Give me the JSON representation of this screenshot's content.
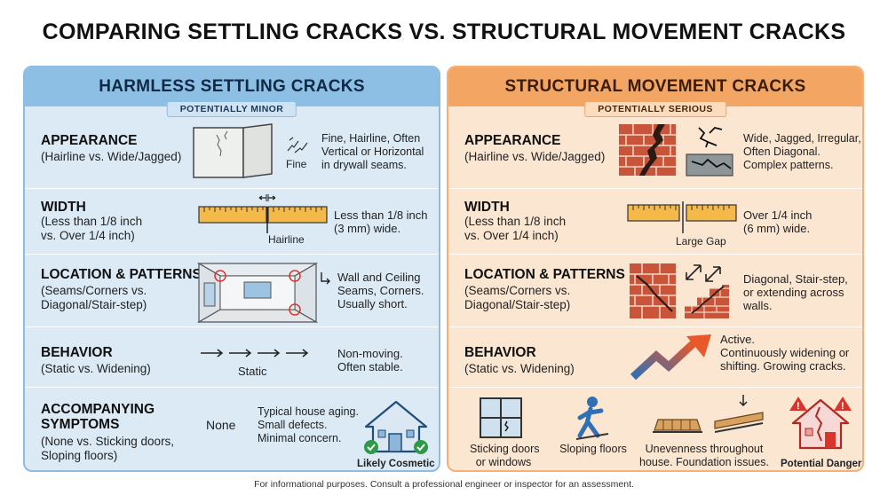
{
  "title": "COMPARING SETTLING CRACKS VS. STRUCTURAL MOVEMENT CRACKS",
  "footer": "For informational purposes. Consult a professional engineer or inspector for an assessment.",
  "colors": {
    "left_panel": "#dbeaf5",
    "left_header": "#8dbee4",
    "right_panel": "#fbe6d1",
    "right_header": "#f3a564",
    "ruler": "#f5b94a",
    "danger": "#d9342b",
    "ok": "#2e9a48"
  },
  "left": {
    "heading": "HARMLESS SETTLING CRACKS",
    "badge": "POTENTIALLY MINOR",
    "appearance": {
      "title": "APPEARANCE",
      "sub": "(Hairline vs. Wide/Jagged)",
      "caption": "Fine",
      "desc": [
        "Fine, Hairline, Often",
        "Vertical or Horizontal",
        "in drywall seams."
      ]
    },
    "width": {
      "title": "WIDTH",
      "sub": [
        "(Less than 1/8 inch",
        "vs. Over 1/4 inch)"
      ],
      "caption": "Hairline",
      "desc": [
        "Less than 1/8 inch",
        "(3 mm) wide."
      ]
    },
    "location": {
      "title": "LOCATION & PATTERNS",
      "sub": [
        "(Seams/Corners vs.",
        "Diagonal/Stair-step)"
      ],
      "desc": [
        "Wall and Ceiling",
        "Seams, Corners.",
        "Usually short."
      ]
    },
    "behavior": {
      "title": "BEHAVIOR",
      "sub": "(Static vs. Widening)",
      "caption": "Static",
      "desc": [
        "Non-moving.",
        "Often stable."
      ]
    },
    "symptoms": {
      "title": [
        "ACCOMPANYING",
        "SYMPTOMS"
      ],
      "sub": [
        "(None vs. Sticking doors,",
        "Sloping floors)"
      ],
      "value": "None",
      "desc": [
        "Typical house aging.",
        "Small defects.",
        "Minimal concern."
      ],
      "caption": "Likely Cosmetic"
    }
  },
  "right": {
    "heading": "STRUCTURAL MOVEMENT CRACKS",
    "badge": "POTENTIALLY SERIOUS",
    "appearance": {
      "title": "APPEARANCE",
      "sub": "(Hairline vs. Wide/Jagged)",
      "desc": [
        "Wide, Jagged, Irregular,",
        "Often Diagonal.",
        "Complex patterns."
      ]
    },
    "width": {
      "title": "WIDTH",
      "sub": [
        "(Less than 1/8 inch",
        "vs. Over 1/4 inch)"
      ],
      "caption": "Large Gap",
      "desc": [
        "Over 1/4 inch",
        "(6 mm) wide."
      ]
    },
    "location": {
      "title": "LOCATION & PATTERNS",
      "sub": [
        "(Seams/Corners vs.",
        "Diagonal/Stair-step)"
      ],
      "desc": [
        "Diagonal, Stair-step,",
        "or extending across",
        "walls."
      ]
    },
    "behavior": {
      "title": "BEHAVIOR",
      "sub": "(Static vs. Widening)",
      "desc": [
        "Active.",
        "Continuously widening or",
        "shifting. Growing cracks."
      ]
    },
    "symptoms": {
      "items": [
        [
          "Sticking doors",
          "or windows"
        ],
        [
          "Sloping floors"
        ],
        [
          "Unevenness throughout",
          "house. Foundation issues."
        ]
      ],
      "caption": "Potential Danger"
    }
  }
}
